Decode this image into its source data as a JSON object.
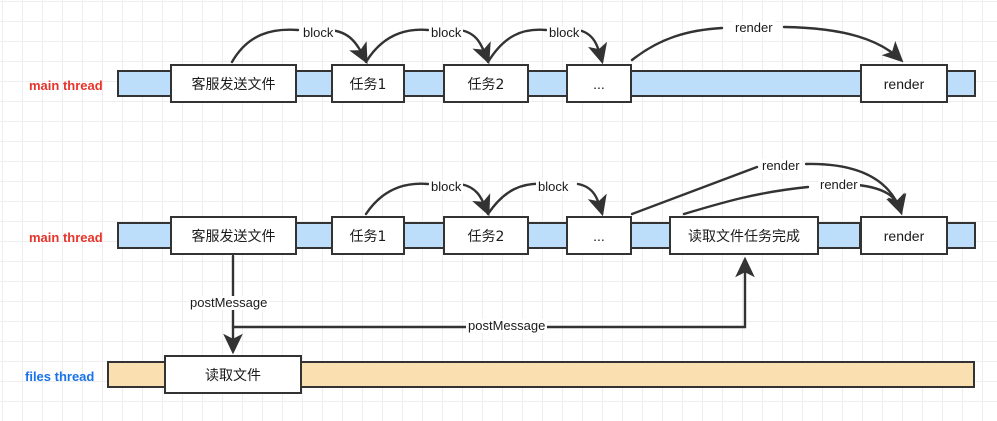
{
  "diagram": {
    "title": "main thread / files thread postMessage timeline",
    "colors": {
      "blue_bar": "#bcdefa",
      "orange_bar": "#fadfb0",
      "stroke": "#333333",
      "main_thread_label": "#e8342a",
      "files_thread_label": "#1a73e8",
      "grid": "#e2e2e2"
    },
    "lanes": [
      {
        "id": "main-thread-1",
        "label": "main thread",
        "type": "main"
      },
      {
        "id": "main-thread-2",
        "label": "main thread",
        "type": "main"
      },
      {
        "id": "files-thread",
        "label": "files thread",
        "type": "files"
      }
    ],
    "row1": {
      "label": "main thread",
      "boxes": [
        {
          "id": "r1-send-file",
          "text": "客服发送文件"
        },
        {
          "id": "r1-task1",
          "text": "任务1"
        },
        {
          "id": "r1-task2",
          "text": "任务2"
        },
        {
          "id": "r1-ellipsis",
          "text": "..."
        },
        {
          "id": "r1-render",
          "text": "render"
        }
      ],
      "edges": [
        {
          "id": "r1-block-1",
          "label": "block"
        },
        {
          "id": "r1-block-2",
          "label": "block"
        },
        {
          "id": "r1-block-3",
          "label": "block"
        },
        {
          "id": "r1-render-edge",
          "label": "render"
        }
      ]
    },
    "row2": {
      "label": "main thread",
      "boxes": [
        {
          "id": "r2-send-file",
          "text": "客服发送文件"
        },
        {
          "id": "r2-task1",
          "text": "任务1"
        },
        {
          "id": "r2-task2",
          "text": "任务2"
        },
        {
          "id": "r2-ellipsis",
          "text": "..."
        },
        {
          "id": "r2-file-done",
          "text": "读取文件任务完成"
        },
        {
          "id": "r2-render",
          "text": "render"
        }
      ],
      "edges": [
        {
          "id": "r2-block-1",
          "label": "block"
        },
        {
          "id": "r2-block-2",
          "label": "block"
        },
        {
          "id": "r2-render-edge-1",
          "label": "render"
        },
        {
          "id": "r2-render-edge-2",
          "label": "render"
        }
      ]
    },
    "row3": {
      "label": "files thread",
      "boxes": [
        {
          "id": "r3-read-file",
          "text": "读取文件"
        }
      ]
    },
    "messages": [
      {
        "id": "post-message-down",
        "label": "postMessage"
      },
      {
        "id": "post-message-up",
        "label": "postMessage"
      }
    ]
  }
}
